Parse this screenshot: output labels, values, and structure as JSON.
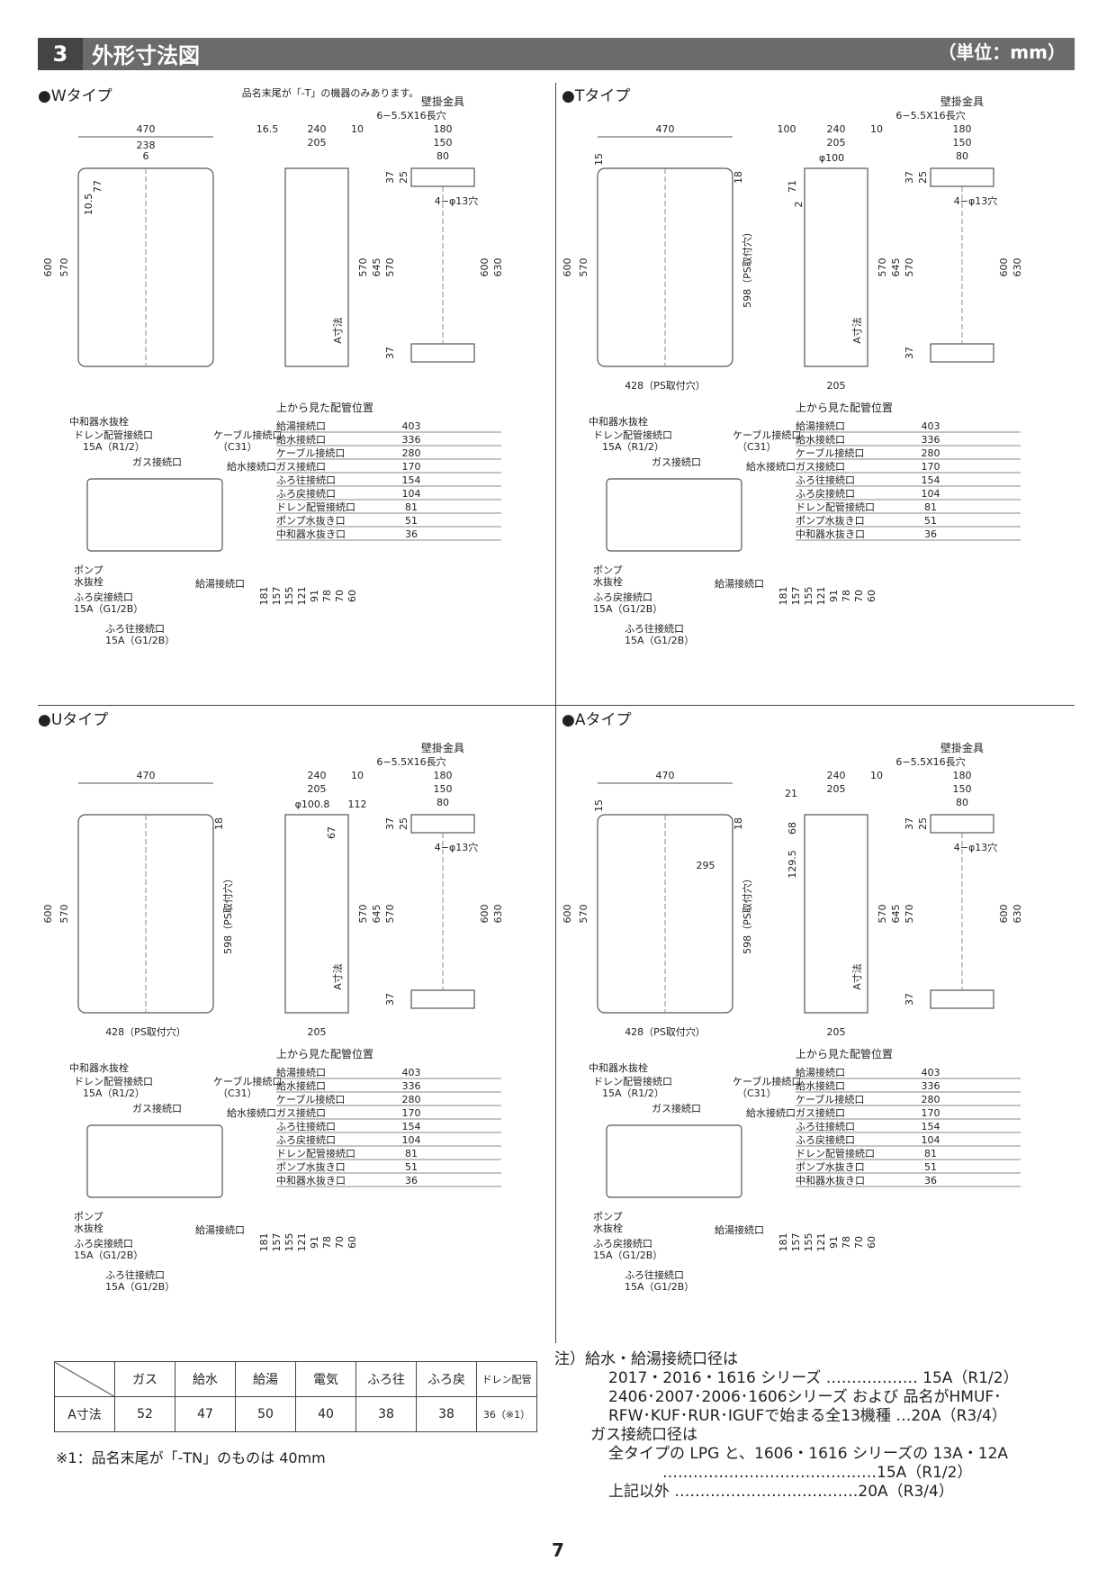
{
  "header": {
    "number": "3",
    "title": "外形寸法図",
    "unit": "（単位：mm）"
  },
  "quads": [
    {
      "title": "●Wタイプ",
      "note": "品名末尾が「-T」の機器のみあります。",
      "bracket": "壁掛金具",
      "hole1": "6−5.5X16長穴",
      "hole2": "4−φ13穴",
      "dims": {
        "w470": "470",
        "w238": "238",
        "w6": "6",
        "h600": "600",
        "h570": "570",
        "h10_5": "10.5",
        "h77": "77",
        "s16_5": "16.5",
        "s240": "240",
        "s10": "10",
        "s205": "205",
        "s570": "570",
        "s645": "645",
        "b180": "180",
        "b150": "150",
        "b80": "80",
        "b25": "25",
        "b37": "37",
        "b570": "570",
        "b600": "600",
        "b630": "630",
        "bb37": "37",
        "a": "A寸法"
      },
      "labels": [
        "中和器水抜栓",
        "ドレン配管接続口",
        "15A（R1/2）",
        "ケーブル接続口",
        "（C31）",
        "ガス接続口",
        "給水接続口",
        "ポンプ",
        "水抜栓",
        "給湯接続口",
        "ふろ戻接続口",
        "15A（G1/2B）",
        "ふろ往接続口",
        "15A（G1/2B）"
      ],
      "pipeTitle": "上から見た配管位置"
    },
    {
      "title": "●Tタイプ",
      "bracket": "壁掛金具",
      "hole1": "6−5.5X16長穴",
      "hole2": "4−φ13穴",
      "dims": {
        "w470": "470",
        "top15": "15",
        "r18": "18",
        "h600": "600",
        "h570": "570",
        "ps598": "598（PS取付穴）",
        "ps428": "428（PS取付穴）",
        "s100": "100",
        "s240": "240",
        "s10": "10",
        "s205": "205",
        "phi": "φ100",
        "s71": "71",
        "s2": "2",
        "s570": "570",
        "s645": "645",
        "s205b": "205",
        "b180": "180",
        "b150": "150",
        "b80": "80",
        "b25": "25",
        "b37": "37",
        "b570": "570",
        "b600": "600",
        "b630": "630",
        "bb37": "37",
        "a": "A寸法"
      },
      "labels": [
        "中和器水抜栓",
        "ドレン配管接続口",
        "15A（R1/2）",
        "ケーブル接続口",
        "（C31）",
        "ガス接続口",
        "給水接続口",
        "ポンプ",
        "水抜栓",
        "給湯接続口",
        "ふろ戻接続口",
        "15A（G1/2B）",
        "ふろ往接続口",
        "15A（G1/2B）"
      ],
      "pipeTitle": "上から見た配管位置"
    },
    {
      "title": "●Uタイプ",
      "bracket": "壁掛金具",
      "hole1": "6−5.5X16長穴",
      "hole2": "4−φ13穴",
      "dims": {
        "w470": "470",
        "r18": "18",
        "h600": "600",
        "h570": "570",
        "ps598": "598（PS取付穴）",
        "ps428": "428（PS取付穴）",
        "s240": "240",
        "s10": "10",
        "s205": "205",
        "phi": "φ100.8",
        "s112": "112",
        "s67": "67",
        "s570": "570",
        "s645": "645",
        "s205b": "205",
        "b180": "180",
        "b150": "150",
        "b80": "80",
        "b25": "25",
        "b37": "37",
        "b570": "570",
        "b600": "600",
        "b630": "630",
        "bb37": "37",
        "a": "A寸法"
      },
      "labels": [
        "中和器水抜栓",
        "ドレン配管接続口",
        "15A（R1/2）",
        "ケーブル接続口",
        "（C31）",
        "ガス接続口",
        "給水接続口",
        "ポンプ",
        "水抜栓",
        "給湯接続口",
        "ふろ戻接続口",
        "15A（G1/2B）",
        "ふろ往接続口",
        "15A（G1/2B）"
      ],
      "pipeTitle": "上から見た配管位置"
    },
    {
      "title": "●Aタイプ",
      "bracket": "壁掛金具",
      "hole1": "6−5.5X16長穴",
      "hole2": "4−φ13穴",
      "dims": {
        "w470": "470",
        "top15": "15",
        "r18": "18",
        "h600": "600",
        "h570": "570",
        "ps598": "598（PS取付穴）",
        "ps428": "428（PS取付穴）",
        "s295": "295",
        "s21": "21",
        "s240": "240",
        "s10": "10",
        "s205": "205",
        "s68": "68",
        "s129": "129.5",
        "s570": "570",
        "s645": "645",
        "s205b": "205",
        "b180": "180",
        "b150": "150",
        "b80": "80",
        "b25": "25",
        "b37": "37",
        "b570": "570",
        "b600": "600",
        "b630": "630",
        "bb37": "37",
        "a": "A寸法"
      },
      "labels": [
        "中和器水抜栓",
        "ドレン配管接続口",
        "15A（R1/2）",
        "ケーブル接続口",
        "（C31）",
        "ガス接続口",
        "給水接続口",
        "ポンプ",
        "水抜栓",
        "給湯接続口",
        "ふろ戻接続口",
        "15A（G1/2B）",
        "ふろ往接続口",
        "15A（G1/2B）"
      ],
      "pipeTitle": "上から見た配管位置"
    }
  ],
  "pipes": [
    {
      "name": "給湯接続口",
      "value": "403"
    },
    {
      "name": "給水接続口",
      "value": "336"
    },
    {
      "name": "ケーブル接続口",
      "value": "280"
    },
    {
      "name": "ガス接続口",
      "value": "170"
    },
    {
      "name": "ふろ往接続口",
      "value": "154"
    },
    {
      "name": "ふろ戻接続口",
      "value": "104"
    },
    {
      "name": "ドレン配管接続口",
      "value": "81"
    },
    {
      "name": "ポンプ水抜き口",
      "value": "51"
    },
    {
      "name": "中和器水抜き口",
      "value": "36"
    }
  ],
  "pipeVertical": [
    "181",
    "157",
    "155",
    "121",
    "91",
    "78",
    "70",
    "60"
  ],
  "table": {
    "headers": [
      "ガス",
      "給水",
      "給湯",
      "電気",
      "ふろ往",
      "ふろ戻",
      "ドレン配管"
    ],
    "rowLabel": "A寸法",
    "values": [
      "52",
      "47",
      "50",
      "40",
      "38",
      "38",
      "36（※1）"
    ]
  },
  "footnote": "※1：品名末尾が「-TN」のものは 40mm",
  "notes": [
    "注）給水・給湯接続口径は",
    "2017・2016・1616 シリーズ ……………… 15A（R1/2）",
    "2406･2007･2006･1606シリーズ および 品名がHMUF･",
    "RFW･KUF･RUR･IGUFで始まる全13機種 …20A（R3/4）",
    "ガス接続口径は",
    "全タイプの LPG と、1606・1616 シリーズの 13A・12A",
    "……………………………………15A（R1/2）",
    "上記以外 ………………………………20A（R3/4）"
  ],
  "page": "7"
}
